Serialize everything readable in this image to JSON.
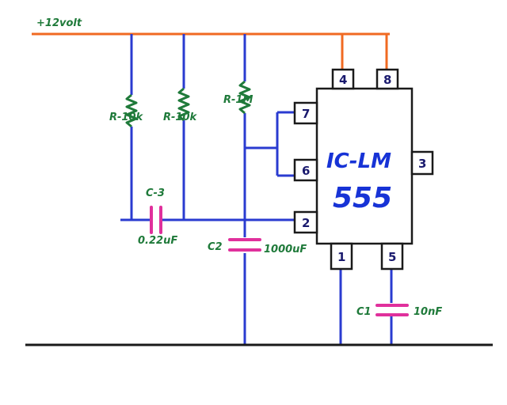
{
  "supply_label": "+12volt",
  "colors": {
    "supply_wire": "#f06a22",
    "wire": "#2a3bd0",
    "ground": "#1a1a1a",
    "capacitor": "#e0309c",
    "resistor": "#1f7a3a",
    "label": "#1f7a3a",
    "ic_text": "#1733d6"
  },
  "ic": {
    "line1": "IC-LM",
    "line2": "555",
    "pins": {
      "p1": "1",
      "p2": "2",
      "p3": "3",
      "p4": "4",
      "p5": "5",
      "p6": "6",
      "p7": "7",
      "p8": "8"
    }
  },
  "resistors": {
    "r1": "R-10k",
    "r2": "R-10k",
    "r3": "R-1M"
  },
  "capacitors": {
    "c3_name": "C-3",
    "c3_value": "0.22uF",
    "c2_name": "C2",
    "c2_value": "1000uF",
    "c1_name": "C1",
    "c1_value": "10nF"
  }
}
